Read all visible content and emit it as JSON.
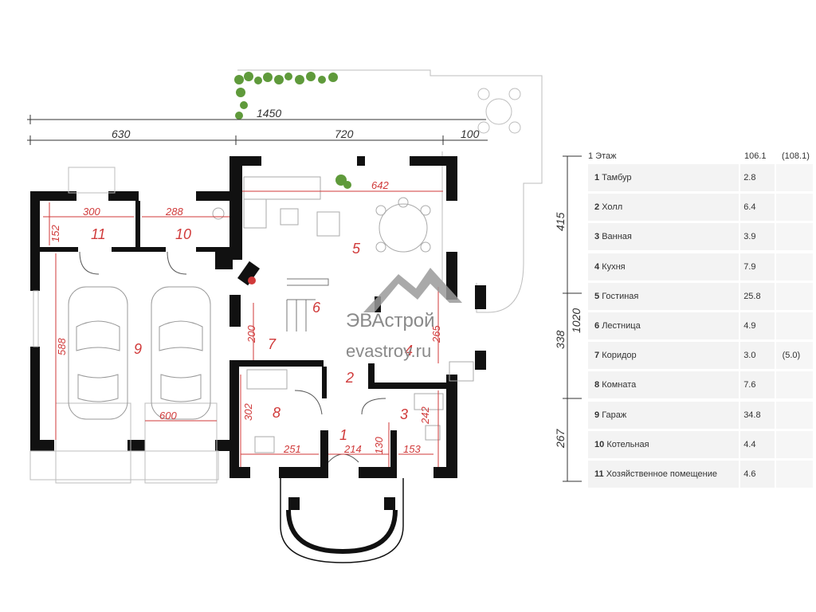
{
  "dimensions": {
    "total_width": "1450",
    "garage_width": "630",
    "main_width": "720",
    "terrace_step": "100",
    "living_width": "642",
    "boiler_width": "288",
    "utility_width": "300",
    "utility_depth": "152",
    "garage_depth": "588",
    "parking_width": "600",
    "stair_depth": "200",
    "room8_depth": "302",
    "room8_width": "251",
    "tambur_width": "214",
    "tambur_depth": "130",
    "bath_depth": "242",
    "bath_width": "153",
    "kitchen_depth": "265",
    "side_total": "1020",
    "side_top": "415",
    "side_mid": "338",
    "side_bottom": "267"
  },
  "room_numbers": [
    "1",
    "2",
    "3",
    "4",
    "5",
    "6",
    "7",
    "8",
    "9",
    "10",
    "11"
  ],
  "watermark": {
    "brand": "ЭВАстрой",
    "site": "evastroy.ru"
  },
  "legend": {
    "floor": "1 Этаж",
    "total": "106.1",
    "total_alt": "(108.1)",
    "rooms": [
      {
        "num": "1",
        "name": "Тамбур",
        "area": "2.8",
        "alt": ""
      },
      {
        "num": "2",
        "name": "Холл",
        "area": "6.4",
        "alt": ""
      },
      {
        "num": "3",
        "name": "Ванная",
        "area": "3.9",
        "alt": ""
      },
      {
        "num": "4",
        "name": "Кухня",
        "area": "7.9",
        "alt": ""
      },
      {
        "num": "5",
        "name": "Гостиная",
        "area": "25.8",
        "alt": ""
      },
      {
        "num": "6",
        "name": "Лестница",
        "area": "4.9",
        "alt": ""
      },
      {
        "num": "7",
        "name": "Коридор",
        "area": "3.0",
        "alt": "(5.0)"
      },
      {
        "num": "8",
        "name": "Комната",
        "area": "7.6",
        "alt": ""
      },
      {
        "num": "9",
        "name": "Гараж",
        "area": "34.8",
        "alt": ""
      },
      {
        "num": "10",
        "name": "Котельная",
        "area": "4.4",
        "alt": ""
      },
      {
        "num": "11",
        "name": "Хозяйственное помещение",
        "area": "4.6",
        "alt": ""
      }
    ]
  }
}
